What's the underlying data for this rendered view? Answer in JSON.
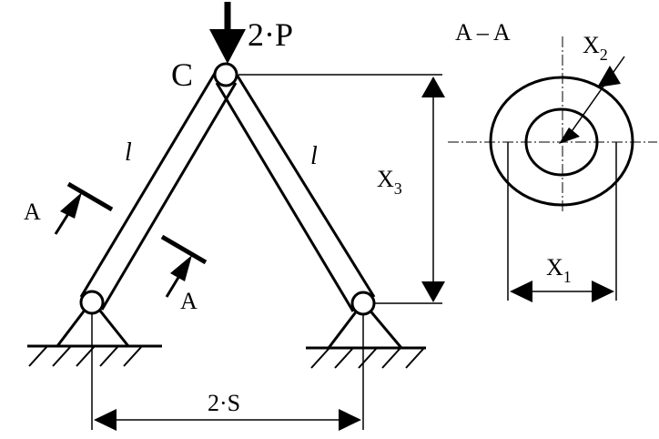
{
  "labels": {
    "load": "2·P",
    "joint": "C",
    "length_left": "l",
    "length_right": "l",
    "section_mark_left": "A",
    "section_mark_right": "A",
    "height_base": "X",
    "height_sub": "3",
    "span": "2·S",
    "section_title": "A – A",
    "outer_diam_base": "X",
    "outer_diam_sub": "1",
    "thickness_base": "X",
    "thickness_sub": "2"
  },
  "colors": {
    "ink": "#000000",
    "background": "#ffffff"
  }
}
